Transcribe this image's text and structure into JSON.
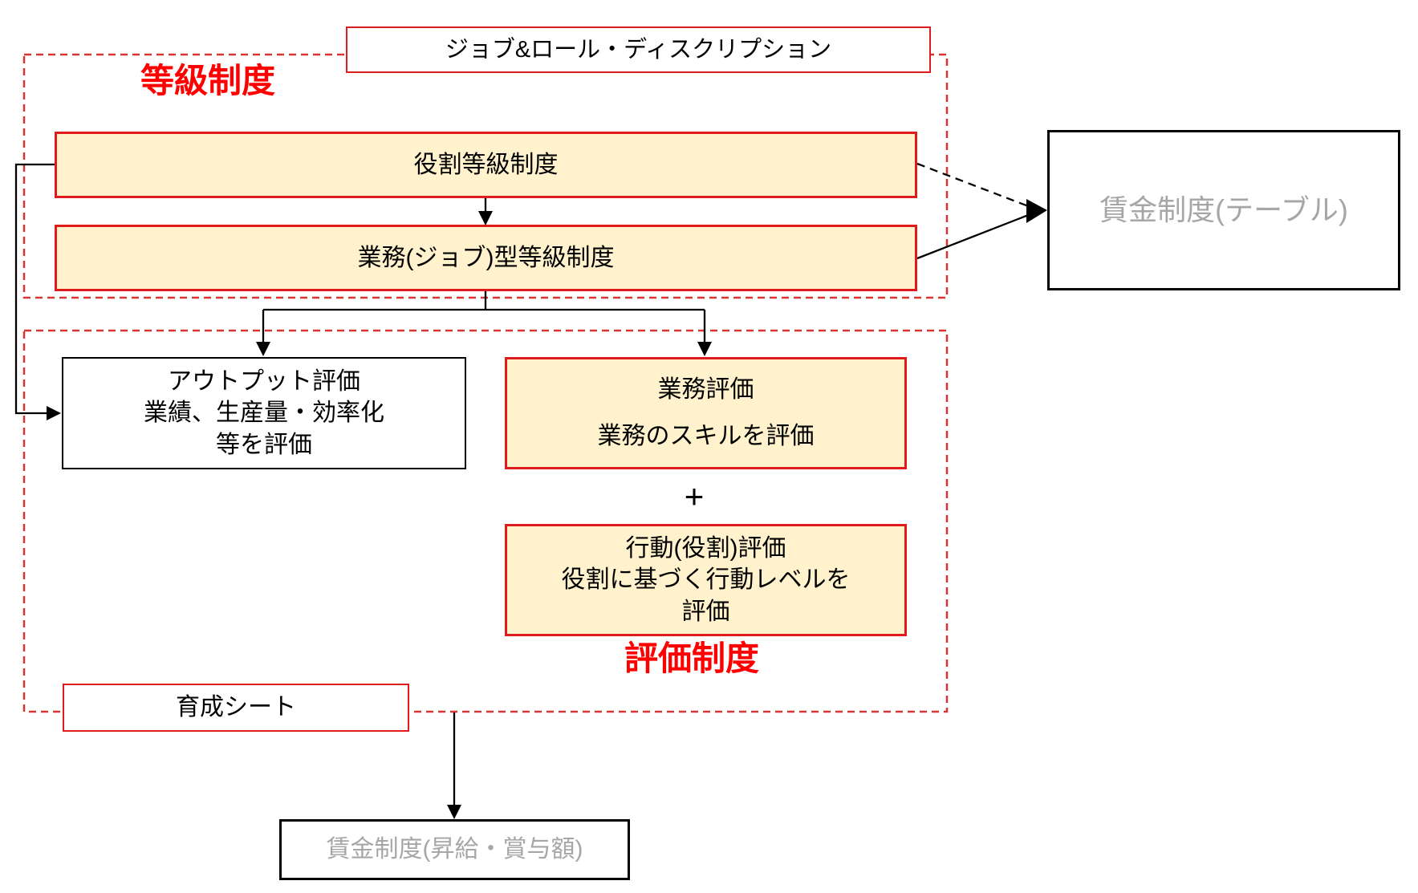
{
  "diagram": {
    "job_role_description_box": {
      "label": "ジョブ&ロール・ディスクリプション"
    },
    "grade_section": {
      "title": "等級制度",
      "role_grade_box": {
        "label": "役割等級制度"
      },
      "job_grade_box": {
        "label": "業務(ジョブ)型等級制度"
      }
    },
    "wage_table_box": {
      "label": "賃金制度(テーブル)"
    },
    "eval_section": {
      "title": "評価制度",
      "output_eval_box": {
        "lines": [
          "アウトプット評価",
          "業績、生産量・効率化",
          "等を評価"
        ]
      },
      "work_eval_box": {
        "title": "業務評価",
        "subtitle": "業務のスキルを評価"
      },
      "plus_sign": "+",
      "behavior_eval_box": {
        "lines": [
          "行動(役割)評価",
          "役割に基づく行動レベルを",
          "評価"
        ]
      }
    },
    "training_sheet_box": {
      "label": "育成シート"
    },
    "wage_raise_box": {
      "label": "賃金制度(昇給・賞与額)"
    }
  },
  "colors": {
    "solid_border_red": "#e01b1b",
    "dashed_border_red": "#d93434",
    "label_red": "#ff0000",
    "box_fill_yellow": "#fff2cc",
    "muted_text_gray": "#a6a6a6",
    "line_black": "#000000"
  }
}
